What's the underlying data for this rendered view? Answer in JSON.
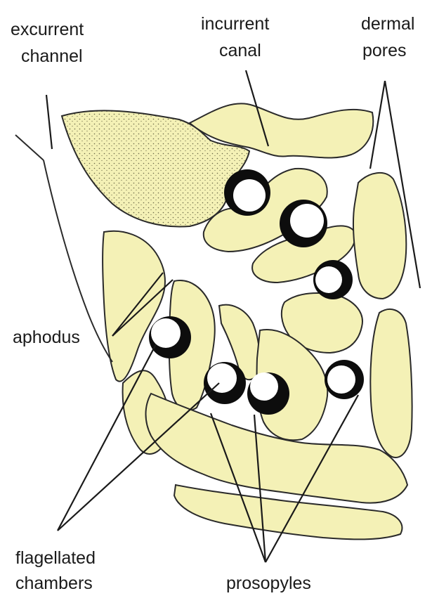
{
  "labels": {
    "excurrent_channel": [
      "excurrent",
      "channel"
    ],
    "incurrent_canal": [
      "incurrent",
      "canal"
    ],
    "dermal_pores": [
      "dermal",
      "pores"
    ],
    "aphodus": "aphodus",
    "flagellated_chambers": [
      "flagellated",
      "chambers"
    ],
    "prosopyles": "prosopyles"
  },
  "colors": {
    "tissue": "#f4f1b6",
    "outline": "#2a2a2a",
    "chamber": "#0d0d0d",
    "background": "#ffffff"
  }
}
